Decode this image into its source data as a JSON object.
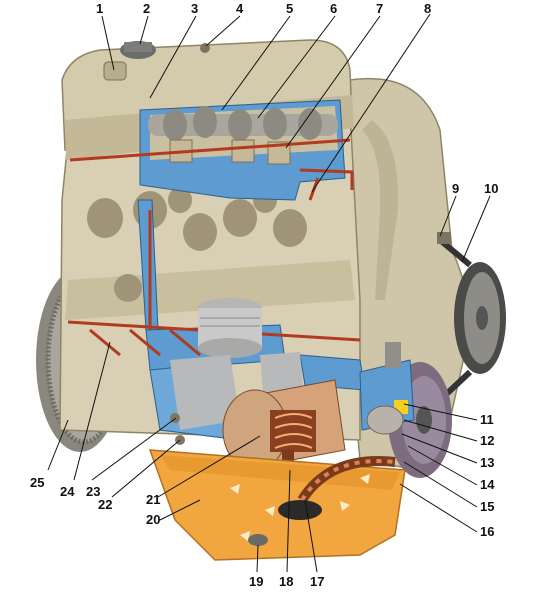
{
  "callouts": [
    {
      "id": 1,
      "label": "1"
    },
    {
      "id": 2,
      "label": "2"
    },
    {
      "id": 3,
      "label": "3"
    },
    {
      "id": 4,
      "label": "4"
    },
    {
      "id": 5,
      "label": "5"
    },
    {
      "id": 6,
      "label": "6"
    },
    {
      "id": 7,
      "label": "7"
    },
    {
      "id": 8,
      "label": "8"
    },
    {
      "id": 9,
      "label": "9"
    },
    {
      "id": 10,
      "label": "10"
    },
    {
      "id": 11,
      "label": "11"
    },
    {
      "id": 12,
      "label": "12"
    },
    {
      "id": 13,
      "label": "13"
    },
    {
      "id": 14,
      "label": "14"
    },
    {
      "id": 15,
      "label": "15"
    },
    {
      "id": 16,
      "label": "16"
    },
    {
      "id": 17,
      "label": "17"
    },
    {
      "id": 18,
      "label": "18"
    },
    {
      "id": 19,
      "label": "19"
    },
    {
      "id": 20,
      "label": "20"
    },
    {
      "id": 21,
      "label": "21"
    },
    {
      "id": 22,
      "label": "22"
    },
    {
      "id": 23,
      "label": "23"
    },
    {
      "id": 24,
      "label": "24"
    },
    {
      "id": 25,
      "label": "25"
    }
  ],
  "colors": {
    "block": "#d8cfb4",
    "block_shadow": "#b3a888",
    "block_dark": "#8f8466",
    "oil_passage": "#4a90c8",
    "oil_channel": "#b23a1e",
    "sump_oil": "#f2a640",
    "piston": "#c9c9c9",
    "flywheel": "#9c9a92"
  }
}
